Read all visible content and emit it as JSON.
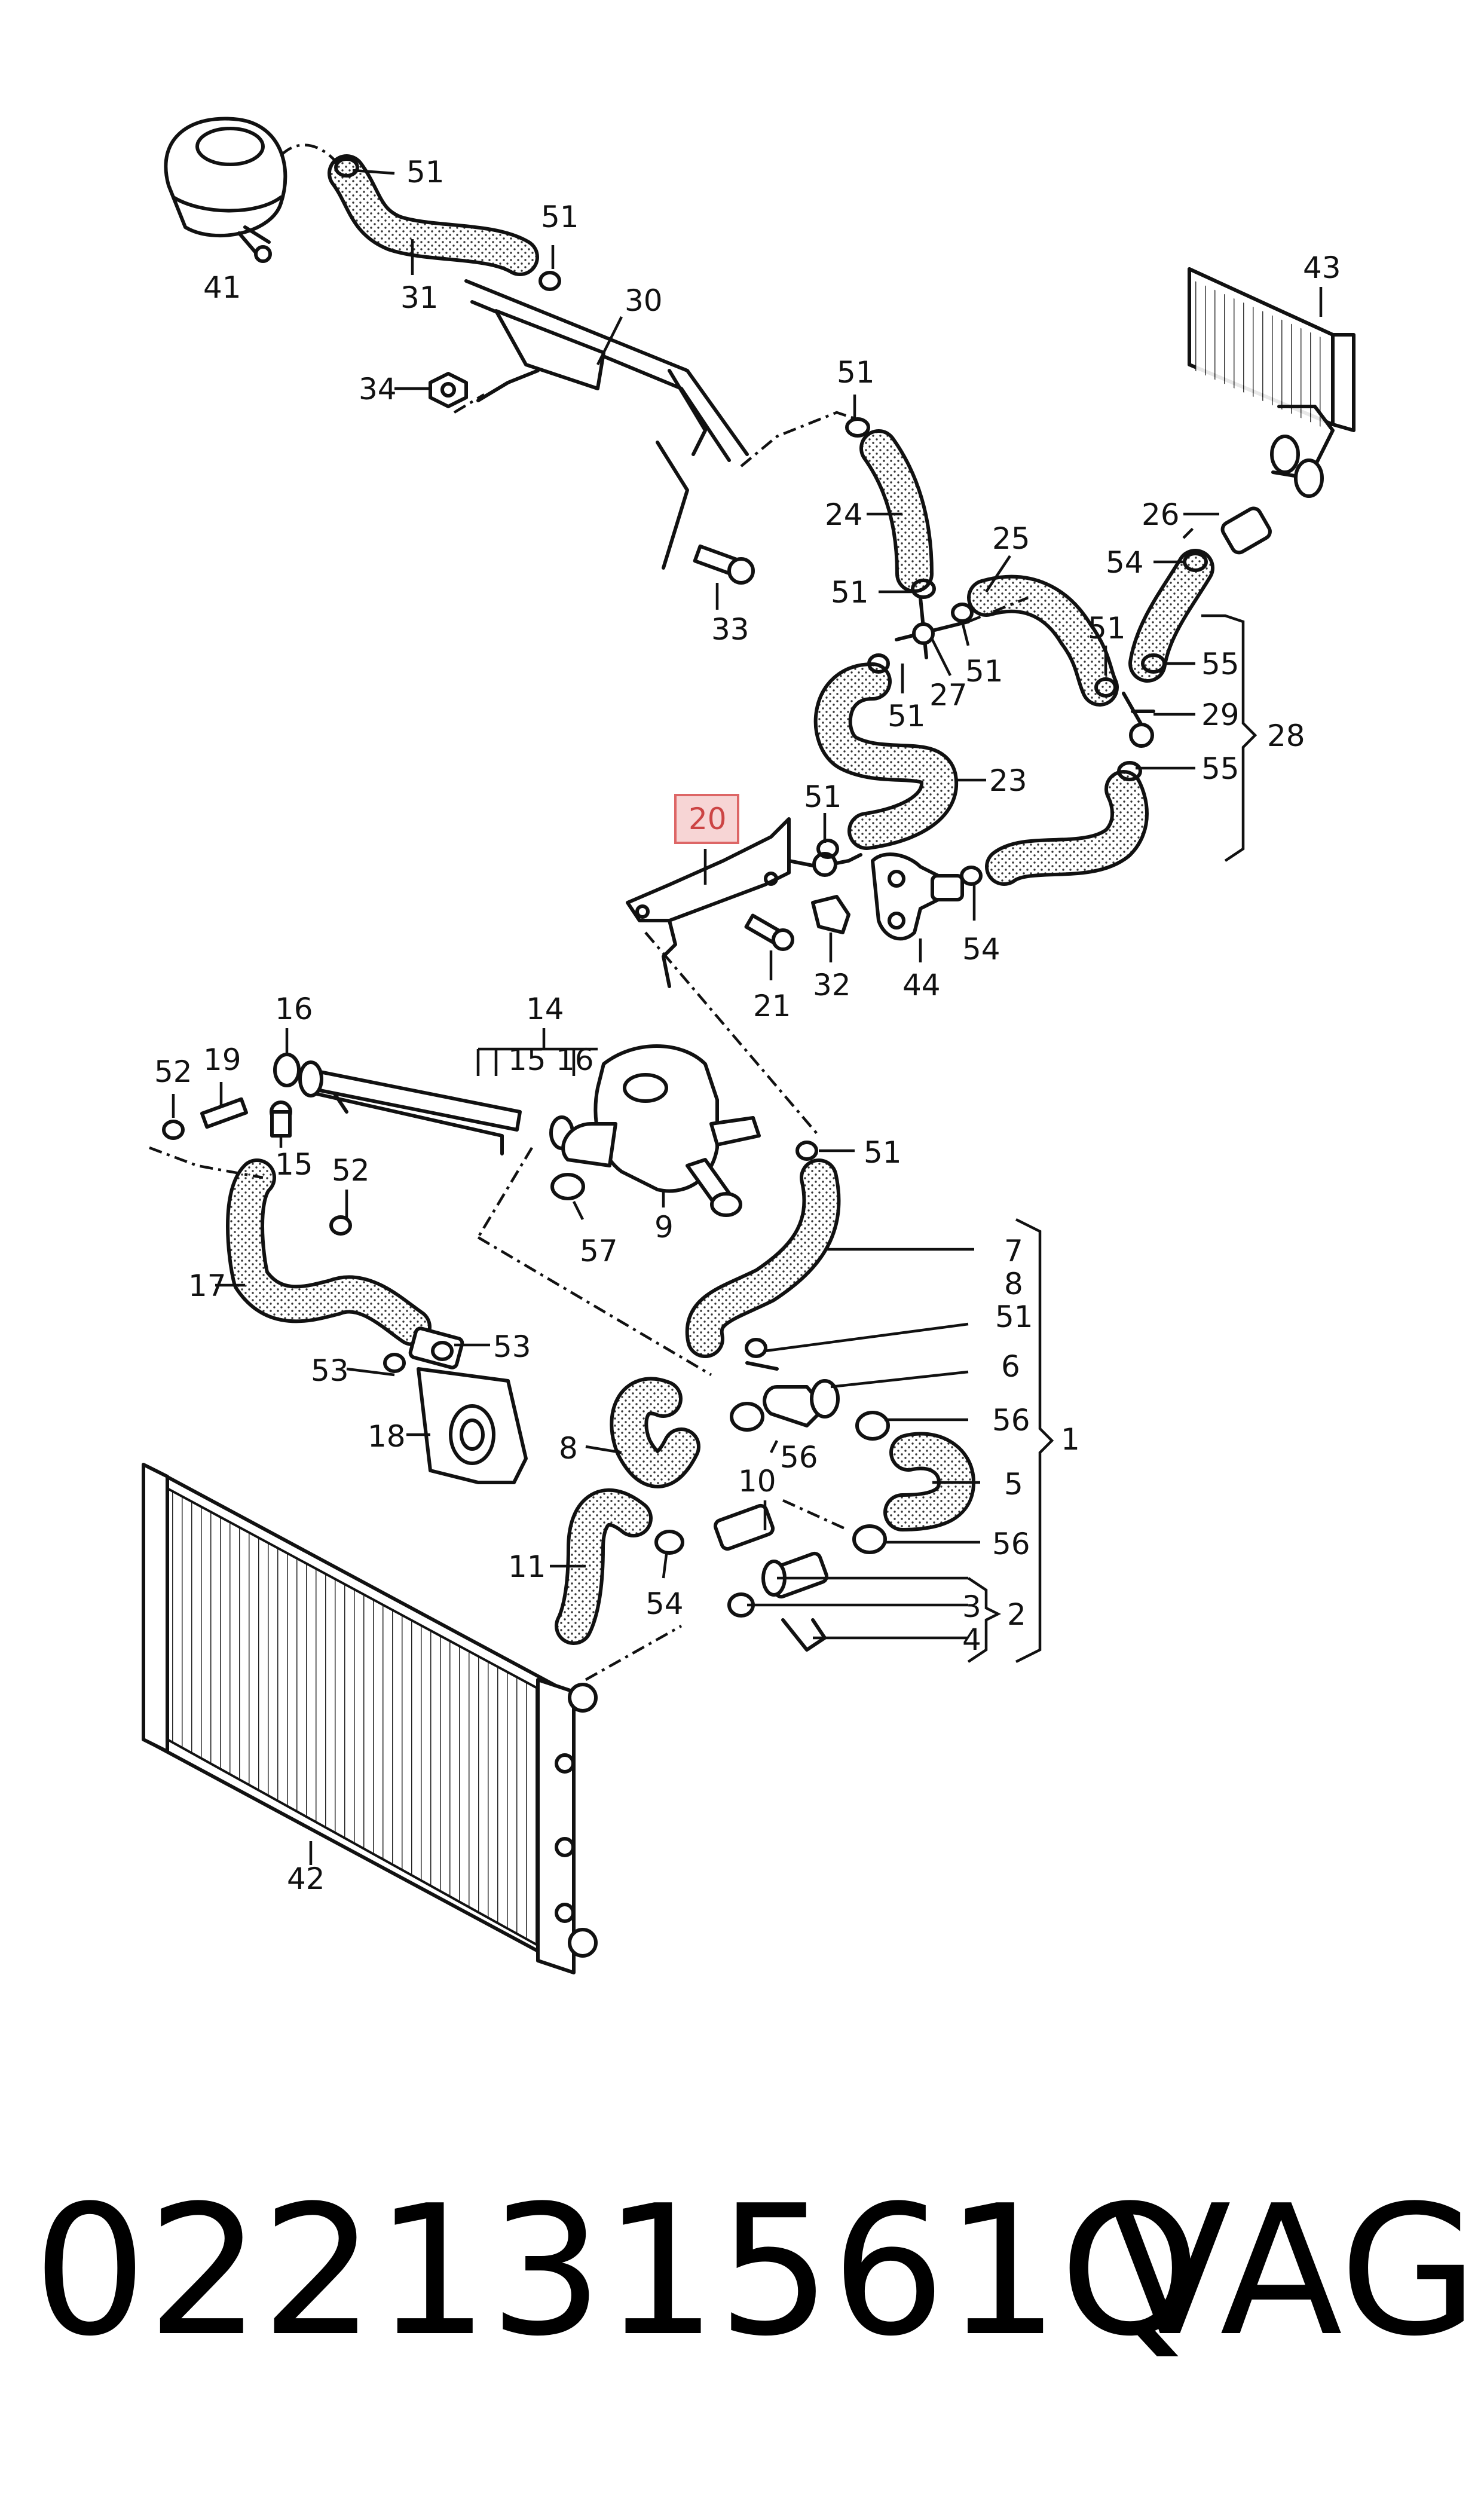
{
  "callouts": {
    "c41": "41",
    "c31": "31",
    "c51a": "51",
    "c51b": "51",
    "c30": "30",
    "c34": "34",
    "c33": "33",
    "c43": "43",
    "c51c": "51",
    "c24": "24",
    "c26": "26",
    "c54a": "54",
    "c25": "25",
    "c51d": "51",
    "c51e": "51",
    "c55a": "55",
    "c29": "29",
    "c28": "28",
    "c27": "27",
    "c51f": "51",
    "c51g": "51",
    "c55b": "55",
    "c23": "23",
    "c20": "20",
    "c51h": "51",
    "c21": "21",
    "c32": "32",
    "c44": "44",
    "c54b": "54",
    "c16a": "16",
    "c14": "14",
    "c15a": "15",
    "c16b": "16",
    "c52a": "52",
    "c19": "19",
    "c15b": "15",
    "c52b": "52",
    "c9": "9",
    "c57": "57",
    "c51i": "51",
    "c7": "7",
    "c8a": "8",
    "c51j": "51",
    "c6": "6",
    "c17": "17",
    "c53a": "53",
    "c53b": "53",
    "c18": "18",
    "c56a": "56",
    "c8b": "8",
    "c56b": "56",
    "c1": "1",
    "c5": "5",
    "c10": "10",
    "c56c": "56",
    "c11": "11",
    "c54c": "54",
    "c3": "3",
    "c2": "2",
    "c4": "4",
    "c42": "42"
  },
  "highlight": {
    "part": "20",
    "color": "#f7d5d5"
  },
  "footer": {
    "part_number": "022131561Q",
    "brand": "VAG"
  }
}
